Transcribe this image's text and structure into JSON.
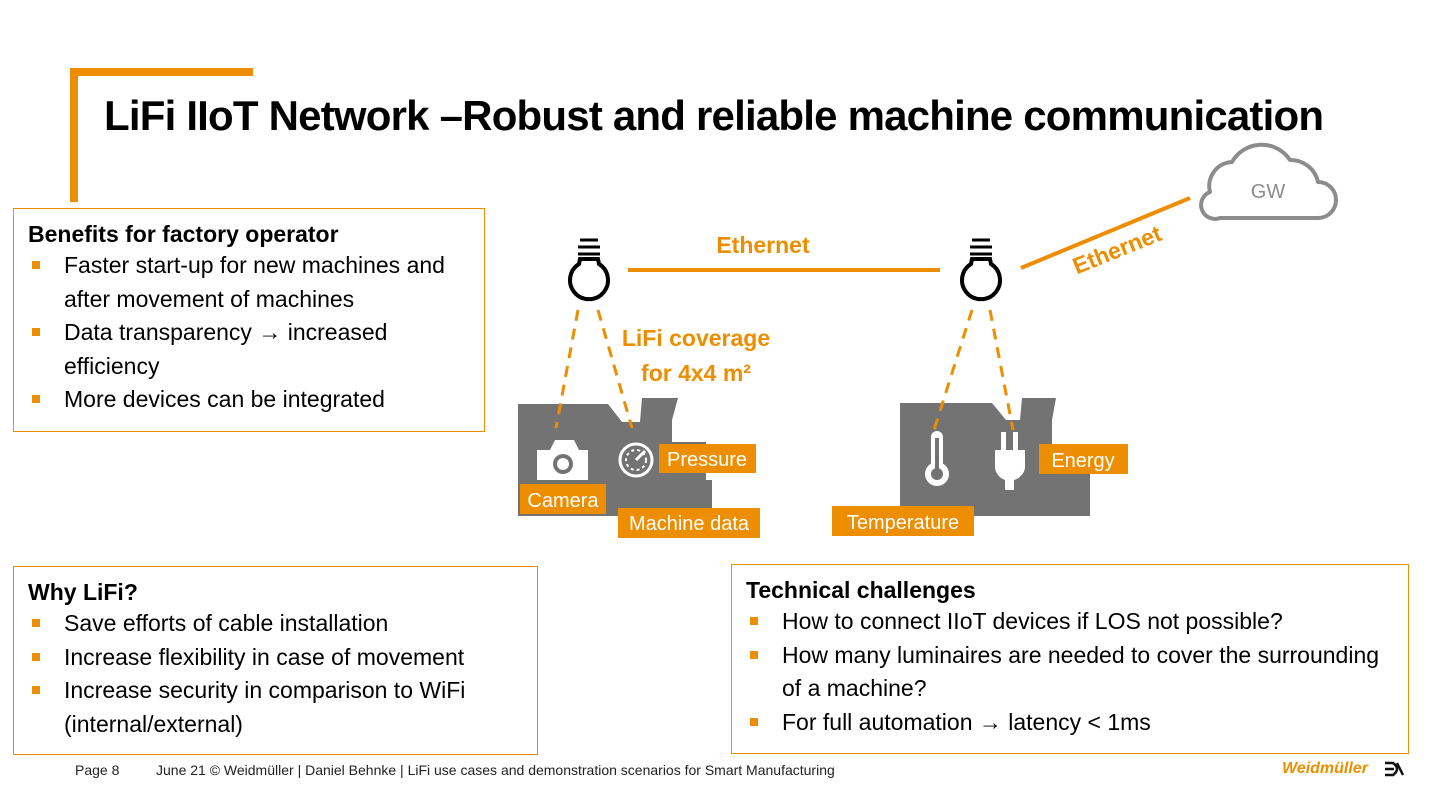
{
  "slide": {
    "title": "LiFi IIoT Network –Robust and reliable machine communication"
  },
  "benefits": {
    "heading": "Benefits for factory operator",
    "items": [
      "Faster start-up for new machines and after movement of machines",
      "Data transparency → increased efficiency",
      "More devices can be integrated"
    ]
  },
  "why": {
    "heading": "Why LiFi?",
    "items": [
      "Save efforts of cable installation",
      "Increase flexibility in case of movement",
      "Increase security in comparison to WiFi (internal/external)"
    ]
  },
  "challenges": {
    "heading": "Technical challenges",
    "items": [
      "How to connect IIoT devices if LOS not possible?",
      "How many luminaires are needed to cover the surrounding of a machine?",
      "For full automation → latency < 1ms"
    ]
  },
  "diagram": {
    "gateway": "GW",
    "ethernet_link_1": "Ethernet",
    "ethernet_link_2": "Ethernet",
    "coverage_line1": "LiFi coverage",
    "coverage_line2": "for 4x4 m²",
    "machine1_labels": {
      "camera": "Camera",
      "pressure": "Pressure",
      "machine_data": "Machine data"
    },
    "machine2_labels": {
      "temperature": "Temperature",
      "energy": "Energy"
    }
  },
  "footer": {
    "page": "Page 8",
    "info": "June 21  ©  Weidmüller  |  Daniel Behnke | LiFi use cases and demonstration scenarios for Smart Manufacturing",
    "logo": "Weidmüller"
  },
  "colors": {
    "accent": "#ec8e00",
    "machine": "#737373",
    "cloud_stroke": "#8c8c8c"
  }
}
